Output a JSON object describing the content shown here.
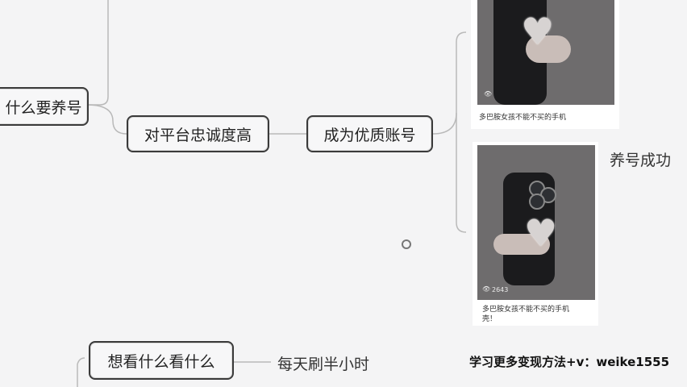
{
  "mindmap": {
    "root_partial": "什么要养号",
    "loyalty_node": "对平台忠诚度高",
    "quality_node": "成为优质账号",
    "success_label": "养号成功",
    "watch_node": "想看什么看什么",
    "daily_label": "每天刷半小时"
  },
  "screenshots": [
    {
      "caption": "多巴胺女孩不能不买的手机",
      "counter": ""
    },
    {
      "caption": "多巴胺女孩不能不买的手机\n壳！",
      "counter": "2643"
    }
  ],
  "watermark": "学习更多变现方法+v：weike1555",
  "colors": {
    "line": "#b9b9b9",
    "border": "#3a3a3a",
    "background": "#f4f4f5"
  }
}
